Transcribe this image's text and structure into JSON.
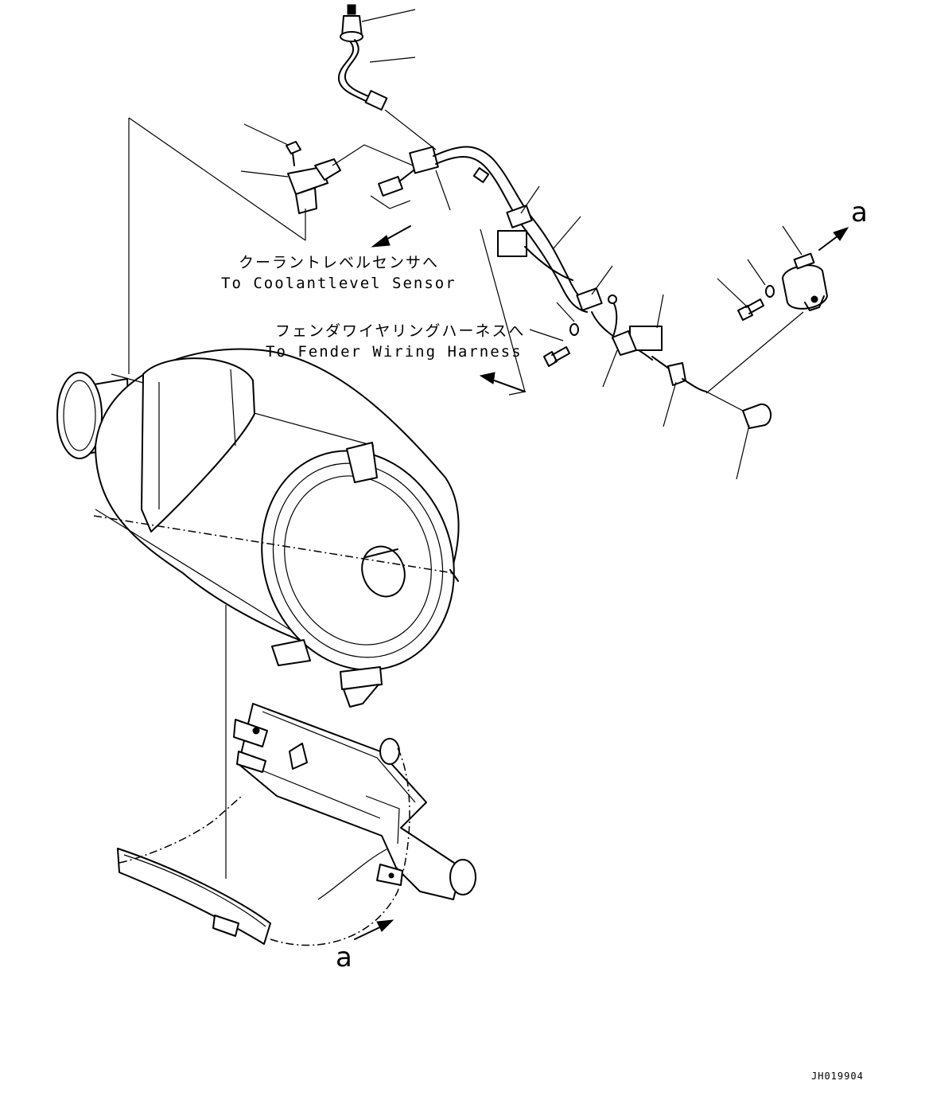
{
  "labels": {
    "coolant_jp": "クーラントレベルセンサへ",
    "coolant_en": "To Coolantlevel Sensor",
    "fender_jp": "フェンダワイヤリングハーネスへ",
    "fender_en": "To Fender Wiring Harness",
    "view_a_top": "a",
    "view_a_bottom": "a",
    "drawing_code": "JH019904"
  }
}
